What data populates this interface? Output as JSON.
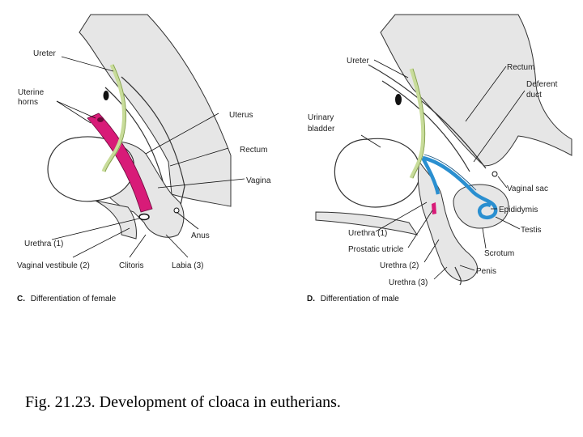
{
  "caption": "Fig. 21.23. Development of cloaca in eutherians.",
  "colors": {
    "female_duct": "#d81b78",
    "male_duct": "#2a8fd0",
    "ureter": "#c8dc9a",
    "tissue": "#e6e6e6"
  },
  "panel_c": {
    "letter": "C.",
    "title": "Differentiation of  female",
    "labels": {
      "ureter": "Ureter",
      "uterine_horns_1": "Uterine",
      "uterine_horns_2": "horns",
      "uterus": "Uterus",
      "rectum": "Rectum",
      "vagina": "Vagina",
      "anus": "Anus",
      "urethra": "Urethra (1)",
      "vaginal_vestibule": "Vaginal vestibule (2)",
      "clitoris": "Clitoris",
      "labia": "Labia (3)"
    }
  },
  "panel_d": {
    "letter": "D.",
    "title": "Differentiation of male",
    "labels": {
      "ureter": "Ureter",
      "rectum": "Rectum",
      "deferent_duct_1": "Deferent",
      "deferent_duct_2": "duct",
      "urinary_bladder_1": "Urinary",
      "urinary_bladder_2": "bladder",
      "vaginal_sac": "Vaginal sac",
      "epididymis": "Epididymis",
      "testis": "Testis",
      "urethra_1": "Urethra (1)",
      "prostatic_utricle": "Prostatic utricle",
      "scrotum": "Scrotum",
      "urethra_2": "Urethra (2)",
      "penis": "Penis",
      "urethra_3": "Urethra (3)"
    }
  }
}
